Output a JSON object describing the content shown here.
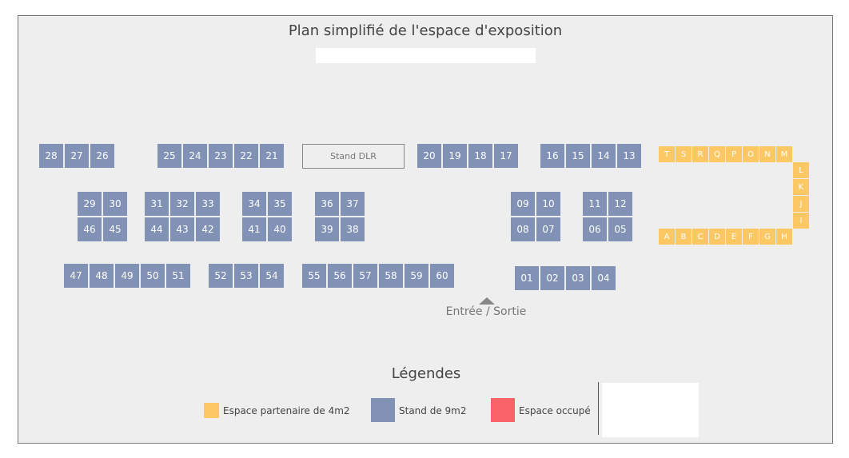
{
  "title": "Plan simplifié de l'espace d'exposition",
  "colors": {
    "stand": "#8192b6",
    "partner": "#fbc864",
    "occupied": "#f96368",
    "background": "#eeeeee"
  },
  "stand_dlr": "Stand DLR",
  "entrance": "Entrée / Sortie",
  "stands": [
    "01",
    "02",
    "03",
    "04",
    "05",
    "06",
    "07",
    "08",
    "09",
    "10",
    "11",
    "12",
    "13",
    "14",
    "15",
    "16",
    "17",
    "18",
    "19",
    "20",
    "21",
    "22",
    "23",
    "24",
    "25",
    "26",
    "27",
    "28",
    "29",
    "30",
    "31",
    "32",
    "33",
    "34",
    "35",
    "36",
    "37",
    "38",
    "39",
    "40",
    "41",
    "42",
    "43",
    "44",
    "45",
    "46",
    "47",
    "48",
    "49",
    "50",
    "51",
    "52",
    "53",
    "54",
    "55",
    "56",
    "57",
    "58",
    "59",
    "60"
  ],
  "partner_spaces": [
    "A",
    "B",
    "C",
    "D",
    "E",
    "F",
    "G",
    "H",
    "I",
    "J",
    "K",
    "L",
    "M",
    "N",
    "O",
    "P",
    "Q",
    "R",
    "S",
    "T"
  ],
  "legend": {
    "title": "Légendes",
    "items": [
      {
        "label": "Espace partenaire de 4m2",
        "type": "partner"
      },
      {
        "label": "Stand de 9m2",
        "type": "stand"
      },
      {
        "label": "Espace occupé",
        "type": "occupied"
      }
    ]
  }
}
